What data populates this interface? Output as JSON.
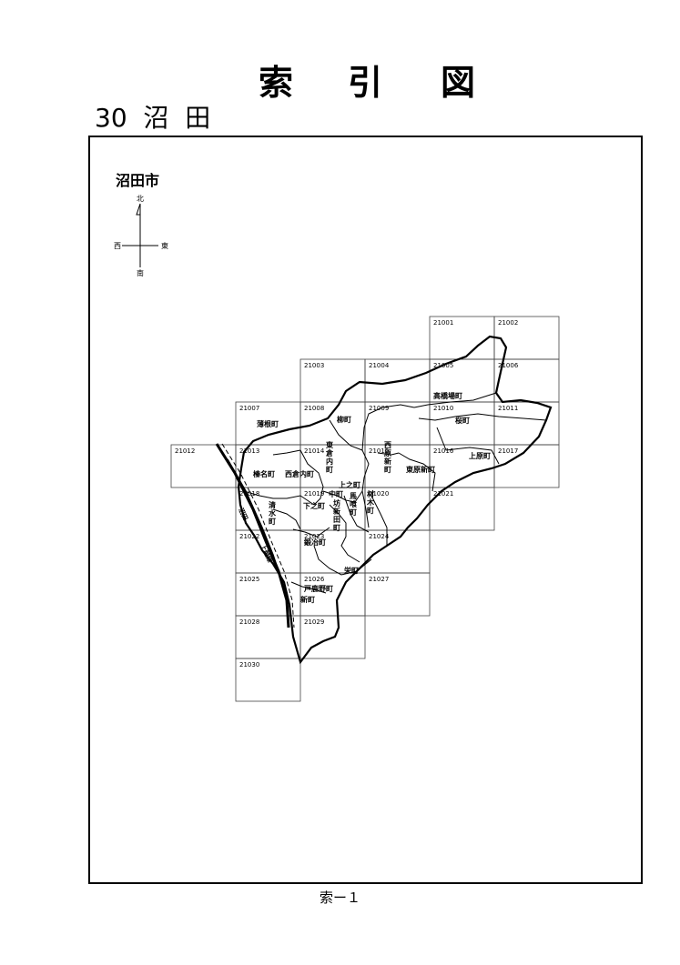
{
  "header": {
    "title_chars": [
      "索",
      "引",
      "図"
    ],
    "subtitle": "30  沼  田"
  },
  "map": {
    "city_name": "沼田市",
    "compass": {
      "north": "北",
      "south": "南",
      "east": "東",
      "west": "西"
    },
    "grid_sheets": [
      "21001",
      "21002",
      "21003",
      "21004",
      "21005",
      "21006",
      "21007",
      "21008",
      "21009",
      "21010",
      "21011",
      "21012",
      "21013",
      "21014",
      "21015",
      "21016",
      "21017",
      "21018",
      "21019",
      "21020",
      "21021",
      "21022",
      "21023",
      "21024",
      "21025",
      "21026",
      "21027",
      "21028",
      "21029",
      "21030"
    ],
    "town_labels": [
      "高橋場町",
      "桜町",
      "柳町",
      "薄根町",
      "上原町",
      "東原新町",
      "西原新町",
      "東倉内町",
      "西倉内町",
      "榛名町",
      "清水町",
      "材木町",
      "坊新田町",
      "鍛冶町",
      "栄町",
      "戸鹿野町",
      "新町",
      "上之町",
      "下之町",
      "中町",
      "馬喰町"
    ],
    "rail_labels": [
      "上越線",
      "沼田"
    ]
  },
  "footer": {
    "page_label": "索ー１"
  }
}
